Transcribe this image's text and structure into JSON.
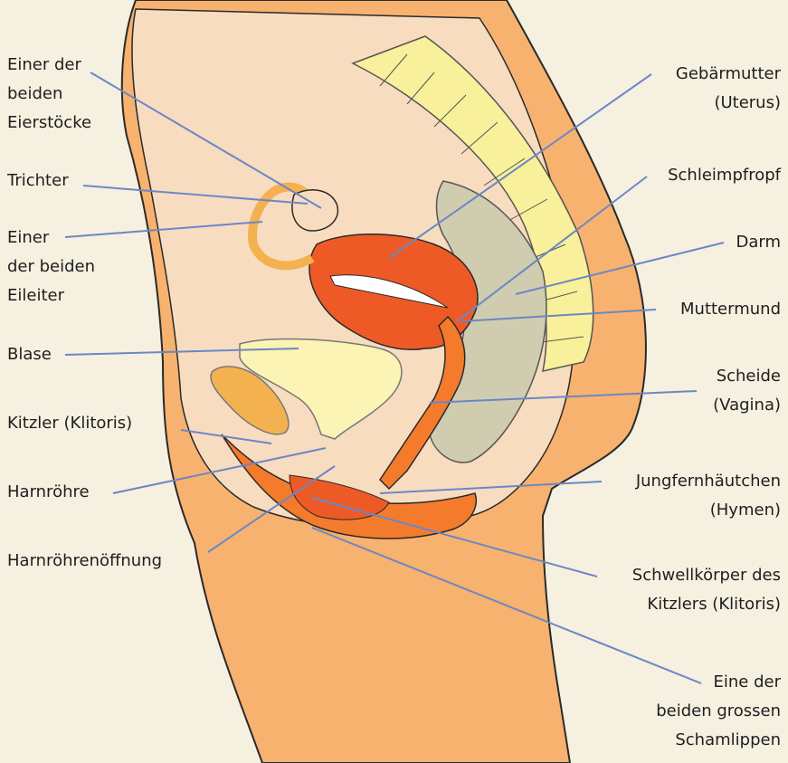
{
  "colors": {
    "background": "#f5f0e0",
    "skin_outer": "#f7b26f",
    "body_inner": "#f7dcc0",
    "organ_red": "#ee5a25",
    "organ_orange": "#f47b2c",
    "spine_yellow": "#f8f09a",
    "bowel_grey": "#d0ccb0",
    "bladder": "#fbf4b4",
    "ovary_orange": "#f3b150",
    "leader_line": "#6b87c5"
  },
  "labels": {
    "ovary": "Einer der\nbeiden\nEierstöcke",
    "funnel": "Trichter",
    "fallopian": "Einer\nder beiden\nEileiter",
    "bladder": "Blase",
    "clitoris": "Kitzler (Klitoris)",
    "urethra": "Harnröhre",
    "urethral_opening": "Harnröhrenöffnung",
    "uterus": "Gebärmutter\n(Uterus)",
    "mucus_plug": "Schleimpfropf",
    "bowel": "Darm",
    "cervix": "Muttermund",
    "vagina": "Scheide\n(Vagina)",
    "hymen": "Jungfernhäutchen\n(Hymen)",
    "clitoral_body": "Schwellkörper des\nKitzlers (Klitoris)",
    "labia": "Eine der\nbeiden grossen\nSchamlippen"
  }
}
